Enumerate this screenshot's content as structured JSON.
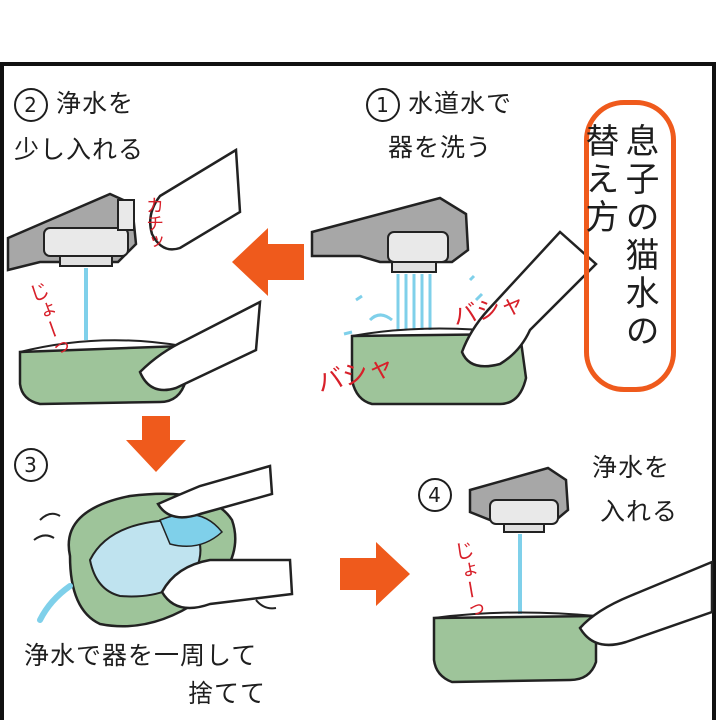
{
  "title": "息子の猫水の替え方",
  "steps": [
    {
      "number": "1",
      "line1": "水道水で",
      "line2": "器を洗う"
    },
    {
      "number": "2",
      "line1": "浄水を",
      "line2": "少し入れる"
    },
    {
      "number": "3",
      "line1": "浄水で器を一周して",
      "line2": "捨てて"
    },
    {
      "number": "4",
      "line1": "浄水を",
      "line2": "入れる"
    }
  ],
  "sfx": {
    "splash_right": "バシャ",
    "splash_left": "バシャ",
    "click": "カチッ",
    "pour_step2": "じょーっ",
    "pour_step4": "じょーっ"
  },
  "colors": {
    "frame": "#111111",
    "title_border": "#ef5a1c",
    "arrow": "#ef5a1c",
    "sfx": "#d8202a",
    "bowl": "#9ec49a",
    "water": "#7fd0ea",
    "faucet": "#9c9c9c"
  }
}
